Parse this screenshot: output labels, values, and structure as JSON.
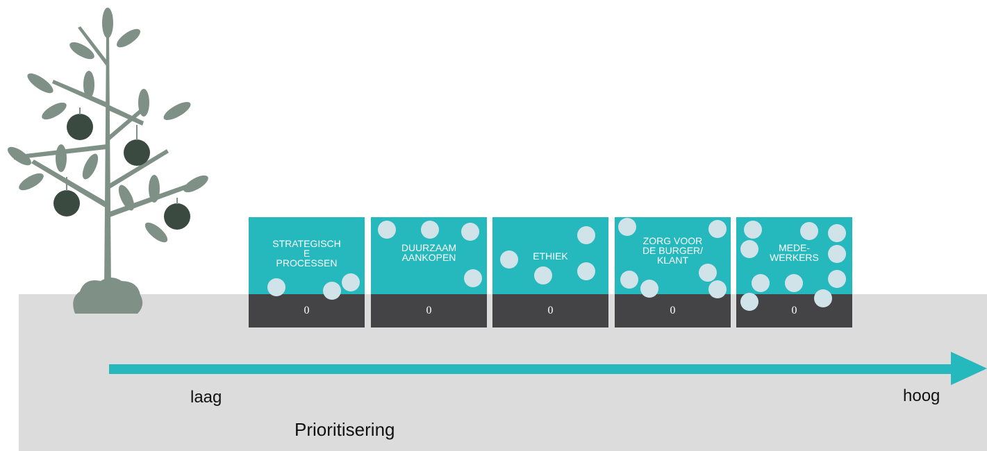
{
  "cards": [
    {
      "title": "STRATEGISCH\nE\nPROCESSEN",
      "value": "0"
    },
    {
      "title": "DUURZAAM\nAANKOPEN",
      "value": "0"
    },
    {
      "title": "ETHIEK",
      "value": "0"
    },
    {
      "title": "ZORG VOOR\nDE BURGER/\nKLANT",
      "value": "0"
    },
    {
      "title": "MEDE-\nWERKERS",
      "value": "0"
    }
  ],
  "scale": {
    "low": "laag",
    "high": "hoog",
    "title": "Prioritisering"
  },
  "colors": {
    "teal": "#25b8bd",
    "dark": "#444446",
    "ground": "#dcdcdc",
    "dot": "#cfe3e9",
    "tree": "#7f9186",
    "fruit": "#3a4a40"
  }
}
